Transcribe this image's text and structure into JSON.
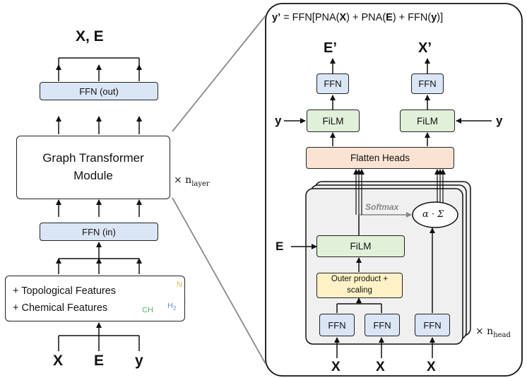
{
  "left": {
    "output_label": "X, E",
    "ffn_out_label": "FFN (out)",
    "gt_module_line1": "Graph Transformer",
    "gt_module_line2": "Module",
    "ffn_in_label": "FFN (in)",
    "features_line1": "+  Topological Features",
    "features_line2": "+  Chemical Features",
    "molecule_n": "N",
    "molecule_ch": "CH",
    "molecule_h2": "H",
    "molecule_h2_sub": "2",
    "inputs": [
      "X",
      "E",
      "y"
    ],
    "repeat_label": "× n",
    "repeat_sub": "layer"
  },
  "right": {
    "equation": {
      "prefix": "y’",
      "p1": " = FFN[PNA(",
      "b1": "X",
      "p2": ") + PNA(",
      "b2": "E",
      "p3": ") + FFN(",
      "b3": "y",
      "p4": ")]"
    },
    "outputs": [
      "E’",
      "X’"
    ],
    "ffn_label": "FFN",
    "film_label": "FiLM",
    "y_label": "y",
    "flatten_label": "Flatten Heads",
    "softmax_label": "Softmax",
    "attn_label": "α · Σ",
    "e_label": "E",
    "outer_product_line1": "Outer product +",
    "outer_product_line2": "scaling",
    "bottom_inputs": [
      "X",
      "X",
      "X"
    ],
    "repeat_label": "× n",
    "repeat_sub": "head"
  },
  "colors": {
    "ffn_fill": "#dae6f5",
    "film_fill": "#e1f0d9",
    "flatten_fill": "#fbe3d3",
    "outer_fill": "#fff1c6",
    "head_stack_fill": "#f0f0f0",
    "connector": "#888888",
    "molecule_red": "#e03c5a",
    "molecule_green": "#5ab06a",
    "molecule_yellow": "#e0b64a",
    "molecule_blue": "#6a8fd6"
  }
}
